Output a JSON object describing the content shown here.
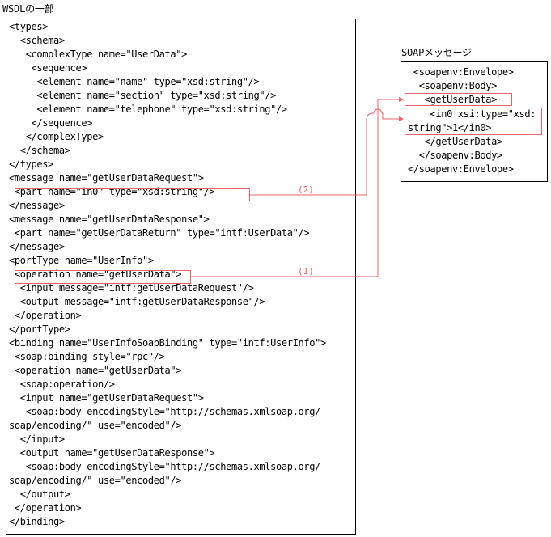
{
  "wsdl": {
    "title": "WSDLの一部",
    "lines": [
      "<types>",
      "  <schema>",
      "   <complexType name=\"UserData\">",
      "    <sequence>",
      "     <element name=\"name\" type=\"xsd:string\"/>",
      "     <element name=\"section\" type=\"xsd:string\"/>",
      "     <element name=\"telephone\" type=\"xsd:string\"/>",
      "    </sequence>",
      "   </complexType>",
      "  </schema>",
      "</types>",
      "<message name=\"getUserDataRequest\">",
      " <part name=\"in0\" type=\"xsd:string\"/>",
      "</message>",
      "<message name=\"getUserDataResponse\">",
      " <part name=\"getUserDataReturn\" type=\"intf:UserData\"/>",
      "</message>",
      "<portType name=\"UserInfo\">",
      " <operation name=\"getUserData\">",
      "  <input message=\"intf:getUserDataRequest\"/>",
      "  <output message=\"intf:getUserDataResponse\"/>",
      " </operation>",
      "</portType>",
      "<binding name=\"UserInfoSoapBinding\" type=\"intf:UserInfo\">",
      " <soap:binding style=\"rpc\"/>",
      " <operation name=\"getUserData\">",
      "  <soap:operation/>",
      "  <input name=\"getUserDataRequest\">",
      "   <soap:body encodingStyle=\"http://schemas.xmlsoap.org/",
      "soap/encoding/\" use=\"encoded\"/>",
      "  </input>",
      "  <output name=\"getUserDataResponse\">",
      "   <soap:body encodingStyle=\"http://schemas.xmlsoap.org/",
      "soap/encoding/\" use=\"encoded\"/>",
      "  </output>",
      " </operation>",
      "</binding>"
    ]
  },
  "soap": {
    "title": "SOAPメッセージ",
    "lines": [
      " <soapenv:Envelope>",
      "  <soapenv:Body>",
      "   <getUserData>",
      "    <in0 xsi:type=\"xsd:",
      "string\">1</in0>",
      "   </getUserData>",
      "  </soapenv:Body>",
      "</soapenv:Envelope>"
    ]
  },
  "markers": {
    "one": "(1)",
    "two": "(2)"
  },
  "colors": {
    "highlight": "#e8636a",
    "text": "#000000",
    "border": "#000000"
  }
}
